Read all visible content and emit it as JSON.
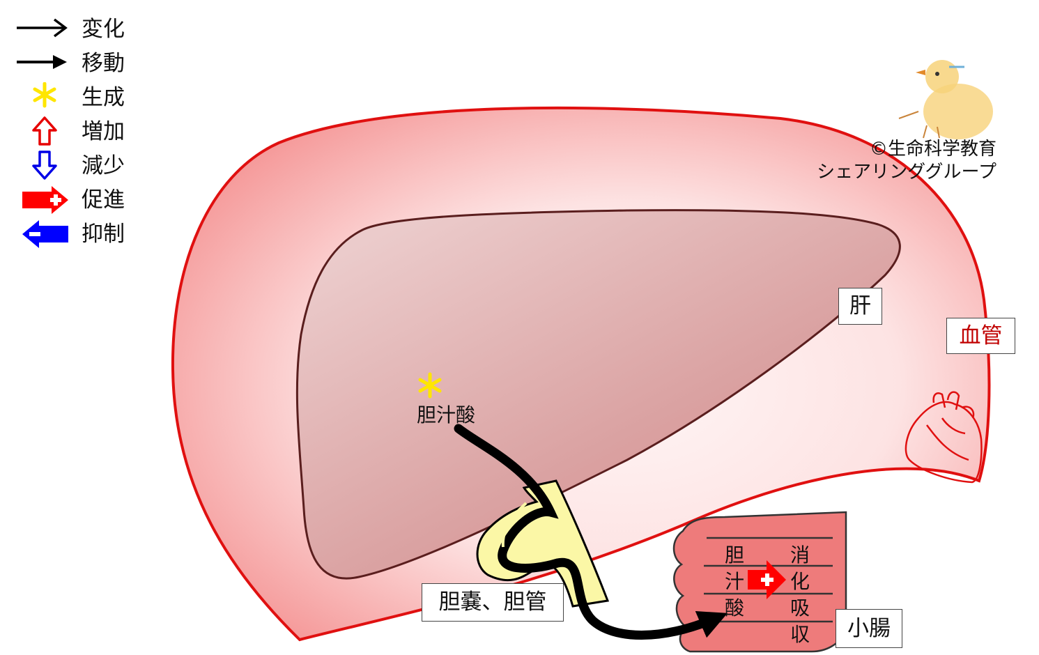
{
  "legend": [
    {
      "symbol": "arrow-open-icon",
      "label": "変化"
    },
    {
      "symbol": "arrow-solid-icon",
      "label": "移動"
    },
    {
      "symbol": "asterisk-icon",
      "label": "生成",
      "color": "#ffe600"
    },
    {
      "symbol": "hollow-up-arrow-icon",
      "label": "増加",
      "color": "#e60000"
    },
    {
      "symbol": "hollow-down-arrow-icon",
      "label": "減少",
      "color": "#0000e6"
    },
    {
      "symbol": "plus-right-arrow-icon",
      "label": "促進",
      "color": "#ff0000"
    },
    {
      "symbol": "minus-left-arrow-icon",
      "label": "抑制",
      "color": "#0000ff"
    }
  ],
  "copyright": {
    "line1": "©生命科学教育",
    "line2": "シェアリンググループ"
  },
  "labels": {
    "liver": "肝",
    "blood_vessel": "血管",
    "gallbladder": "胆嚢、胆管",
    "small_intestine": "小腸",
    "bile_acid": "胆汁酸",
    "intestine_left": [
      "胆",
      "汁",
      "酸"
    ],
    "intestine_right": [
      "消",
      "化",
      "吸",
      "収"
    ]
  },
  "colors": {
    "vessel_outline": "#e01010",
    "vessel_text": "#c00000",
    "liver_fill": "#d99898",
    "liver_outline": "#5a1e1e",
    "gallbladder_fill": "#fbf7a6",
    "intestine_fill": "#ee7b7b",
    "promote": "#ff0000",
    "generate": "#ffe600"
  }
}
